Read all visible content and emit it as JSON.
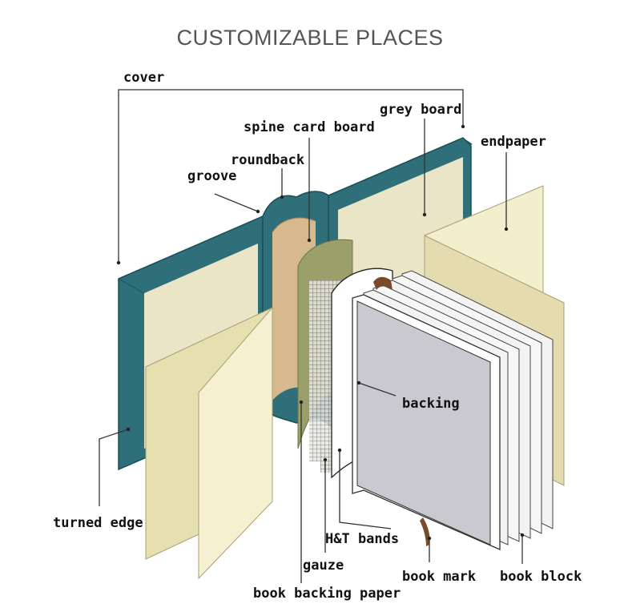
{
  "title": "CUSTOMIZABLE PLACES",
  "labels": {
    "cover": "cover",
    "grey_board": "grey board",
    "spine_card_board": "spine card board",
    "endpaper": "endpaper",
    "roundback": "roundback",
    "groove": "groove",
    "backing": "backing",
    "turned_edge": "turned edge",
    "ht_bands": "H&T bands",
    "gauze": "gauze",
    "book_mark": "book mark",
    "book_block": "book block",
    "book_backing_paper": "book backing paper"
  },
  "colors": {
    "cover_teal": "#2e6f7a",
    "board_cream": "#e9e5c6",
    "spine_tan": "#d8b98e",
    "endpaper": "#f1ecc9",
    "gauze_green": "#9aa06a",
    "block_grey": "#c9c9cf",
    "bookmark_brown": "#7b4a2a"
  }
}
